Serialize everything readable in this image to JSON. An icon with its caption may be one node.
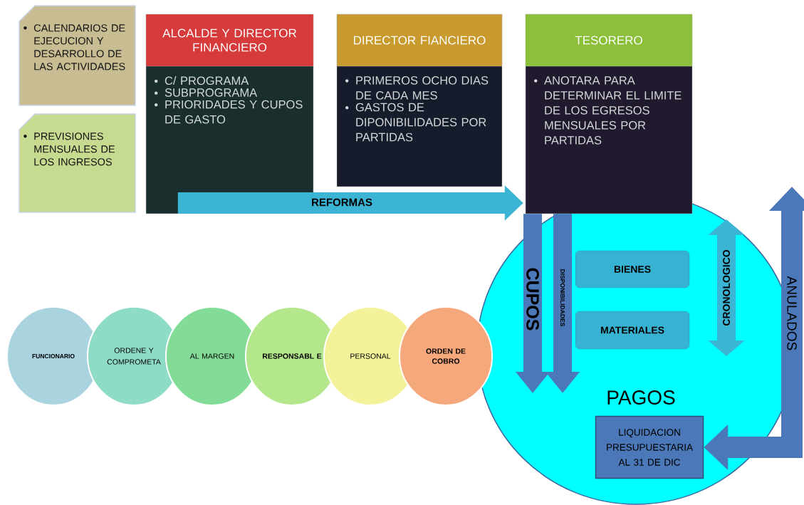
{
  "diagram": {
    "nodes": [
      {
        "text": [
          "CALENDARIOS DE EJECUCION Y DESARROLLO DE LAS ACTIVIDADES"
        ]
      },
      {
        "text": [
          "PREVISIONES MENSUALES DE LOS INGRESOS"
        ]
      },
      {
        "text": [
          "ALCALDE  Y DIRECTOR FINANCIERO",
          "C/ PROGRAMA",
          "SUBPROGRAMA",
          "PRIORIDADES  Y CUPOS DE GASTO"
        ]
      },
      {
        "text": [
          "DIRECTOR FIANCIERO",
          "PRIMEROS OCHO DIAS DE CADA MES",
          "GASTOS DE DIPONIBILIDADES POR PARTIDAS"
        ]
      },
      {
        "text": [
          "TESORERO",
          "ANOTARA PARA DETERMINAR EL LIMITE DE LOS EGRESOS MENSUALES POR PARTIDAS"
        ]
      },
      {
        "text": [
          "PAGOS"
        ]
      },
      {
        "text": [
          "BIENES"
        ],
        "in": 5
      },
      {
        "text": [
          "MATERIALES"
        ],
        "in": 5
      },
      {
        "text": [
          "LIQUIDACION PRESUPUESTARIA AL 31 DE DIC"
        ],
        "in": 5
      },
      {
        "text": [
          "FUNCIONARIO"
        ]
      },
      {
        "text": [
          "ORDENE Y COMPROMETA"
        ]
      },
      {
        "text": [
          "AL MARGEN"
        ]
      },
      {
        "text": [
          "RESPONSABL E"
        ]
      },
      {
        "text": [
          "PERSONAL"
        ]
      },
      {
        "text": [
          "ORDEN DE COBRO"
        ]
      }
    ],
    "edges": [
      {
        "from": 2,
        "to": 4,
        "arrow": "to",
        "label": "REFORMAS",
        "color": "#3cb4d4"
      },
      {
        "from": 4,
        "to": null,
        "arrow": "to",
        "label": "CUPOS"
      },
      {
        "from": 4,
        "to": null,
        "arrow": "to",
        "label": "DISPONIBILIDADES"
      },
      {
        "from": 8,
        "to": null,
        "arrow": "both",
        "label": "ANULADOS"
      }
    ],
    "labels": [
      "CRONOLOGICO"
    ]
  }
}
